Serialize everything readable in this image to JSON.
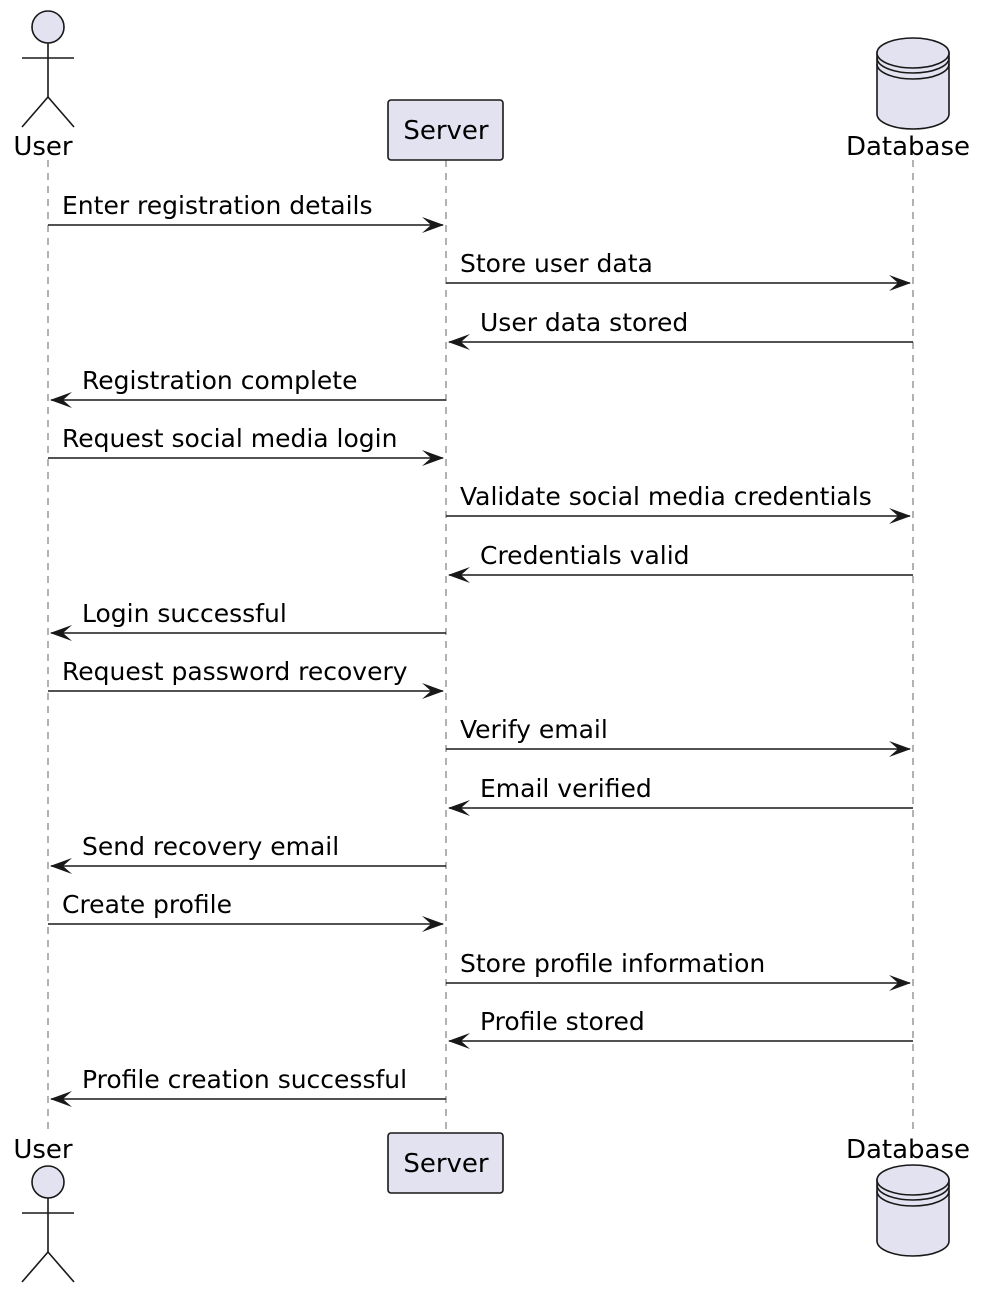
{
  "participants": [
    {
      "id": "user",
      "name": "User",
      "kind": "actor"
    },
    {
      "id": "server",
      "name": "Server",
      "kind": "participant"
    },
    {
      "id": "database",
      "name": "Database",
      "kind": "database"
    }
  ],
  "messages": [
    {
      "from": "user",
      "to": "server",
      "label": "Enter registration details"
    },
    {
      "from": "server",
      "to": "database",
      "label": "Store user data"
    },
    {
      "from": "database",
      "to": "server",
      "label": "User data stored"
    },
    {
      "from": "server",
      "to": "user",
      "label": "Registration complete"
    },
    {
      "from": "user",
      "to": "server",
      "label": "Request social media login"
    },
    {
      "from": "server",
      "to": "database",
      "label": "Validate social media credentials"
    },
    {
      "from": "database",
      "to": "server",
      "label": "Credentials valid"
    },
    {
      "from": "server",
      "to": "user",
      "label": "Login successful"
    },
    {
      "from": "user",
      "to": "server",
      "label": "Request password recovery"
    },
    {
      "from": "server",
      "to": "database",
      "label": "Verify email"
    },
    {
      "from": "database",
      "to": "server",
      "label": "Email verified"
    },
    {
      "from": "server",
      "to": "user",
      "label": "Send recovery email"
    },
    {
      "from": "user",
      "to": "server",
      "label": "Create profile"
    },
    {
      "from": "server",
      "to": "database",
      "label": "Store profile information"
    },
    {
      "from": "database",
      "to": "server",
      "label": "Profile stored"
    },
    {
      "from": "server",
      "to": "user",
      "label": "Profile creation successful"
    }
  ],
  "colors": {
    "participant_fill": "#e2e2f0",
    "stroke": "#181818",
    "lifeline": "#808080"
  }
}
